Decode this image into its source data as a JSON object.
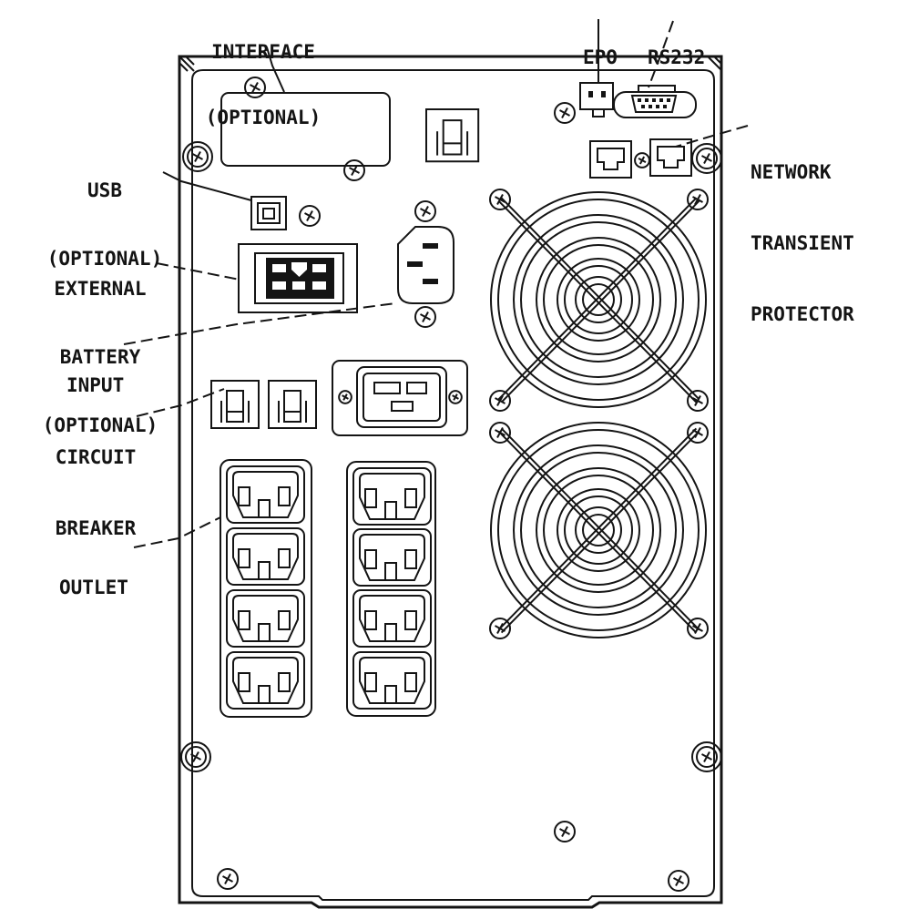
{
  "colors": {
    "ink": "#141414",
    "background": "#ffffff"
  },
  "labels": {
    "interface": {
      "line1": "INTERFACE",
      "line2": "(OPTIONAL)"
    },
    "epo": "EPO",
    "rs232": "RS232",
    "network": {
      "line1": "NETWORK",
      "line2": "TRANSIENT",
      "line3": "PROTECTOR"
    },
    "usb": {
      "line1": "USB",
      "line2": "(OPTIONAL)"
    },
    "battery": {
      "line1": "EXTERNAL",
      "line2": "BATTERY",
      "line3": "(OPTIONAL)"
    },
    "input": "INPUT",
    "breaker": {
      "line1": "CIRCUIT",
      "line2": "BREAKER"
    },
    "outlet": "OUTLET"
  },
  "components": {
    "interface_slot": "interface-card-expansion-slot",
    "rocker_switch": "rocker-switch",
    "epo": "epo-terminal-connector",
    "rs232": "rs232-db9-serial-port",
    "network_protector": "rj45-network-transient-protector-ports",
    "usb": "usb-type-b-port",
    "battery": "external-battery-connector",
    "input": "iec-c14-ac-input-inlet",
    "c20_outlet": "iec-c20-high-power-outlet",
    "breakers": "thermal-circuit-breakers",
    "outlet_banks": "iec-c13-outlet-banks",
    "fans": "cooling-fans",
    "screws": "phillips-mounting-screws"
  },
  "counts": {
    "c13_outlets": 8,
    "cooling_fans": 2,
    "rj45_ports": 2,
    "circuit_breakers": 2
  }
}
